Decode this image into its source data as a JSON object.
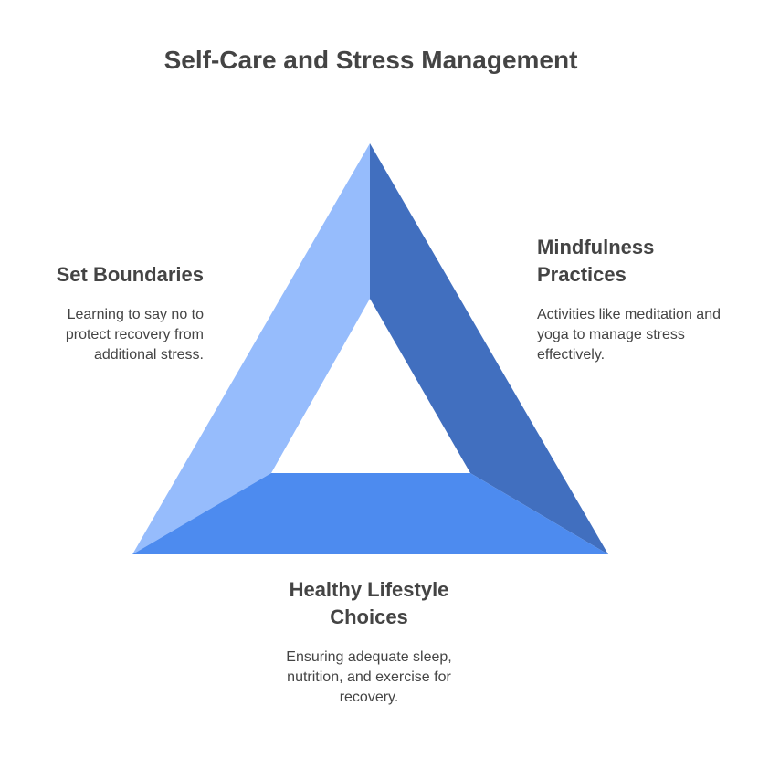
{
  "title": "Self-Care and Stress Management",
  "sections": [
    {
      "heading": "Set Boundaries",
      "text": "Learning to say no to protect recovery from additional stress.",
      "color": "#96bcfc"
    },
    {
      "heading": "Mindfulness Practices",
      "text": "Activities like meditation and yoga to manage stress effectively.",
      "color": "#416fbf"
    },
    {
      "heading": "Healthy Lifestyle Choices",
      "text": "Ensuring adequate sleep, nutrition, and exercise for recovery.",
      "color": "#4d8bef"
    }
  ]
}
